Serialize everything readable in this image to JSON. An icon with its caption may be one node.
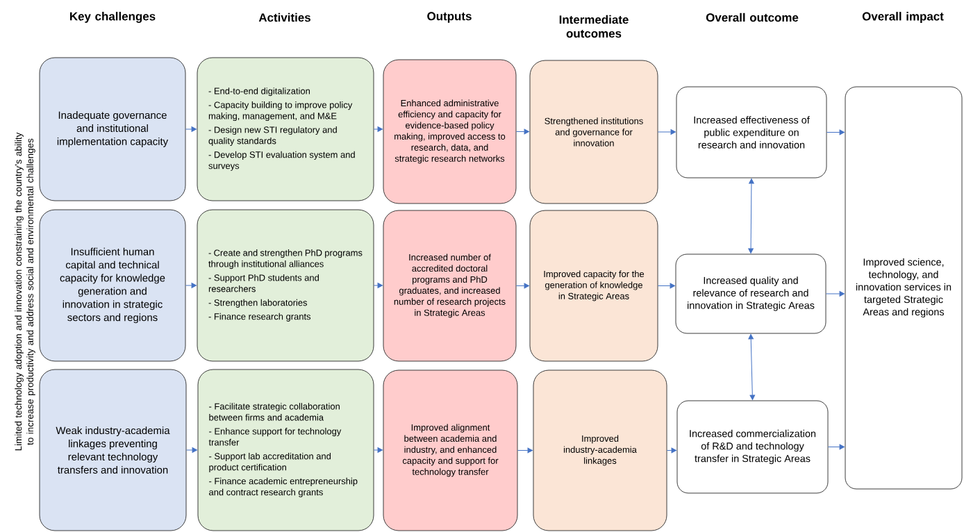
{
  "diagram": {
    "nodes": [
      {
        "text": [
          "Inadequate governance and institutional implementation capacity"
        ]
      },
      {
        "text": [
          "- End-to-end digitalization",
          "- Capacity building to improve policy making, management, and M&E",
          "- Design new STI regulatory and quality standards",
          "- Develop STI evaluation system and surveys"
        ]
      },
      {
        "text": [
          "Enhanced administrative efficiency and capacity for evidence-based policy making, improved access to research, data, and strategic research networks"
        ]
      },
      {
        "text": [
          "Strengthened institutions and governance for innovation"
        ]
      },
      {
        "text": [
          "Increased effectiveness of public expenditure on research and innovation"
        ]
      },
      {
        "text": [
          "Improved science, technology, and innovation services in targeted Strategic Areas and regions"
        ]
      },
      {
        "text": [
          "Insufficient human capital and technical capacity for knowledge generation and innovation in strategic sectors and regions"
        ]
      },
      {
        "text": [
          "- Create and strengthen  PhD programs through institutional alliances",
          "- Support PhD students and researchers",
          "- Strengthen laboratories",
          "- Finance research grants"
        ]
      },
      {
        "text": [
          "Increased number of accredited doctoral programs and PhD graduates, and increased number of research projects in Strategic Areas"
        ]
      },
      {
        "text": [
          "Improved capacity for the generation of knowledge in Strategic Areas"
        ]
      },
      {
        "text": [
          "Increased quality and relevance of research and innovation in Strategic Areas"
        ]
      },
      {
        "text": [
          "Weak industry-academia linkages preventing relevant technology transfers and innovation"
        ]
      },
      {
        "text": [
          "- Facilitate strategic collaboration between firms and academia",
          "- Enhance support for technology transfer",
          "- Support lab accreditation and product certification",
          "- Finance academic entrepreneurship and contract research grants"
        ]
      },
      {
        "text": [
          "Improved alignment between academia and industry, and enhanced capacity and support for technology transfer"
        ]
      },
      {
        "text": [
          "Improved industry-academia linkages"
        ]
      },
      {
        "text": [
          "Increased commercialization of R&D and technology transfer in Strategic Areas"
        ]
      }
    ],
    "edges": [
      {
        "from": 0,
        "to": 1,
        "arrow": "to"
      },
      {
        "from": 1,
        "to": 2,
        "arrow": "to"
      },
      {
        "from": 2,
        "to": 3,
        "arrow": "to"
      },
      {
        "from": 3,
        "to": 4,
        "arrow": "to"
      },
      {
        "from": 4,
        "to": 5,
        "arrow": "to"
      },
      {
        "from": 6,
        "to": 7,
        "arrow": "to"
      },
      {
        "from": 7,
        "to": 8,
        "arrow": "to"
      },
      {
        "from": 8,
        "to": 9,
        "arrow": "to"
      },
      {
        "from": 9,
        "to": 10,
        "arrow": "to"
      },
      {
        "from": 10,
        "to": 5,
        "arrow": "to"
      },
      {
        "from": 11,
        "to": 12,
        "arrow": "to"
      },
      {
        "from": 12,
        "to": 13,
        "arrow": "to"
      },
      {
        "from": 13,
        "to": 14,
        "arrow": "to"
      },
      {
        "from": 14,
        "to": 15,
        "arrow": "to"
      },
      {
        "from": 15,
        "to": 5,
        "arrow": "to"
      },
      {
        "from": 4,
        "to": 10,
        "arrow": "both"
      },
      {
        "from": 10,
        "to": 15,
        "arrow": "both"
      }
    ],
    "labels": [
      "Key challenges",
      "Activities",
      "Outputs",
      "Intermediate outcomes",
      "Overall outcome",
      "Overall impact",
      "Limited technology adoption and innovation constraining the country’s ability to increase productivity and address social and environmental challenges"
    ]
  }
}
